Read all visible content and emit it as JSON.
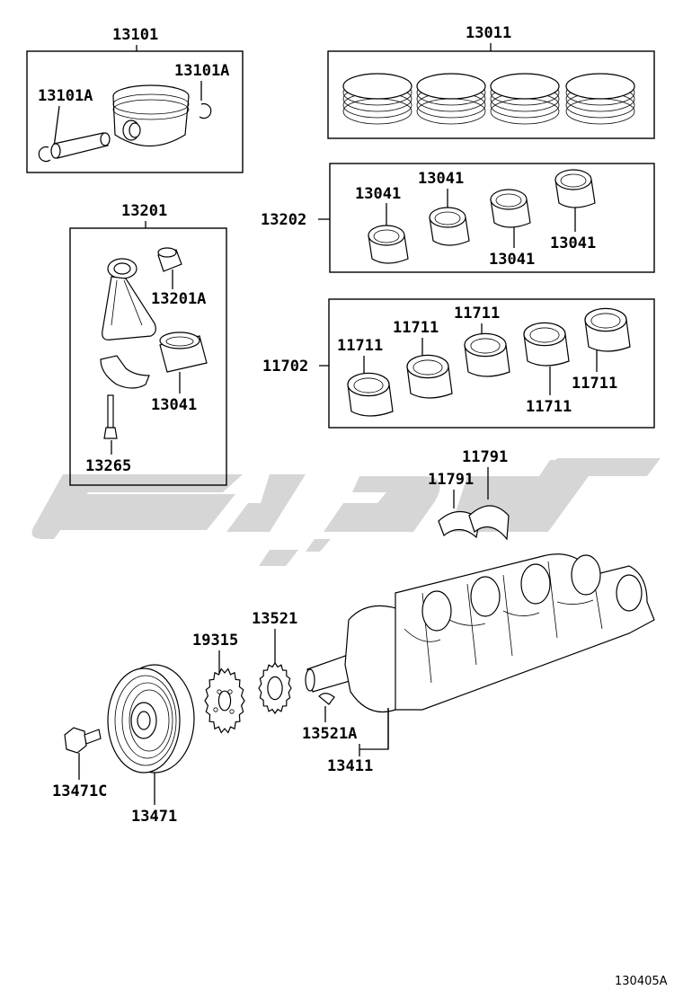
{
  "labels": {
    "piston_set": "13101",
    "piston_pin_clip_right": "13101A",
    "piston_pin_clip_left": "13101A",
    "ring_set": "13011",
    "rod_bearing_group": "13202",
    "rod_bearing_1": "13041",
    "rod_bearing_2": "13041",
    "rod_bearing_3": "13041",
    "rod_bearing_4": "13041",
    "conrod_set": "13201",
    "conrod_bushing": "13201A",
    "conrod_bearing": "13041",
    "conrod_bolt": "13265",
    "main_bearing_group": "11702",
    "main_bearing_1": "11711",
    "main_bearing_2": "11711",
    "main_bearing_3": "11711",
    "main_bearing_4": "11711",
    "main_bearing_5": "11711",
    "thrust_washer_1": "11791",
    "thrust_washer_2": "11791",
    "crank_gear": "13521",
    "crank_key": "13521A",
    "crankshaft": "13411",
    "timing_rotor": "19315",
    "pulley_bolt": "13471C",
    "pulley": "13471",
    "diagram_code": "130405A"
  },
  "colors": {
    "line": "#000000",
    "watermark": "#d6d6d6",
    "background": "#ffffff"
  }
}
